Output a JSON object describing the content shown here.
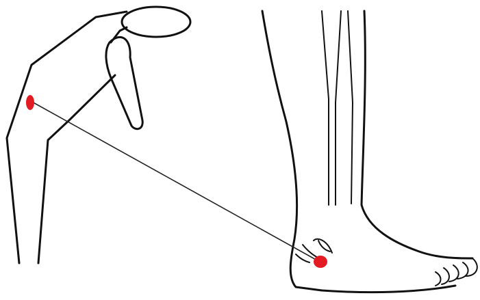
{
  "figure": {
    "background_color": "#ffffff",
    "line_color": "#111111",
    "marker_color": "#e31b23",
    "connector_color": "#222222",
    "left_panel": "flexed-knee-outline",
    "right_panel": "lower-leg-and-foot-outline",
    "markers": [
      "knee-point-marker",
      "ankle-point-marker"
    ]
  }
}
